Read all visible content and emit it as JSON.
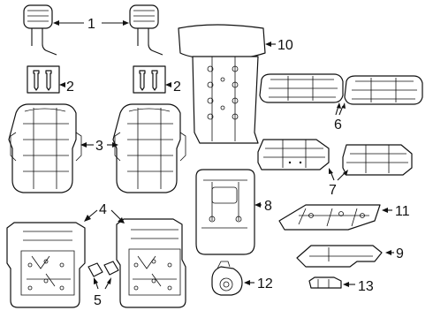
{
  "callouts": {
    "c1": "1",
    "c2a": "2",
    "c2b": "2",
    "c3": "3",
    "c4": "4",
    "c5": "5",
    "c6": "6",
    "c7": "7",
    "c8": "8",
    "c9": "9",
    "c10": "10",
    "c11": "11",
    "c12": "12",
    "c13": "13"
  }
}
